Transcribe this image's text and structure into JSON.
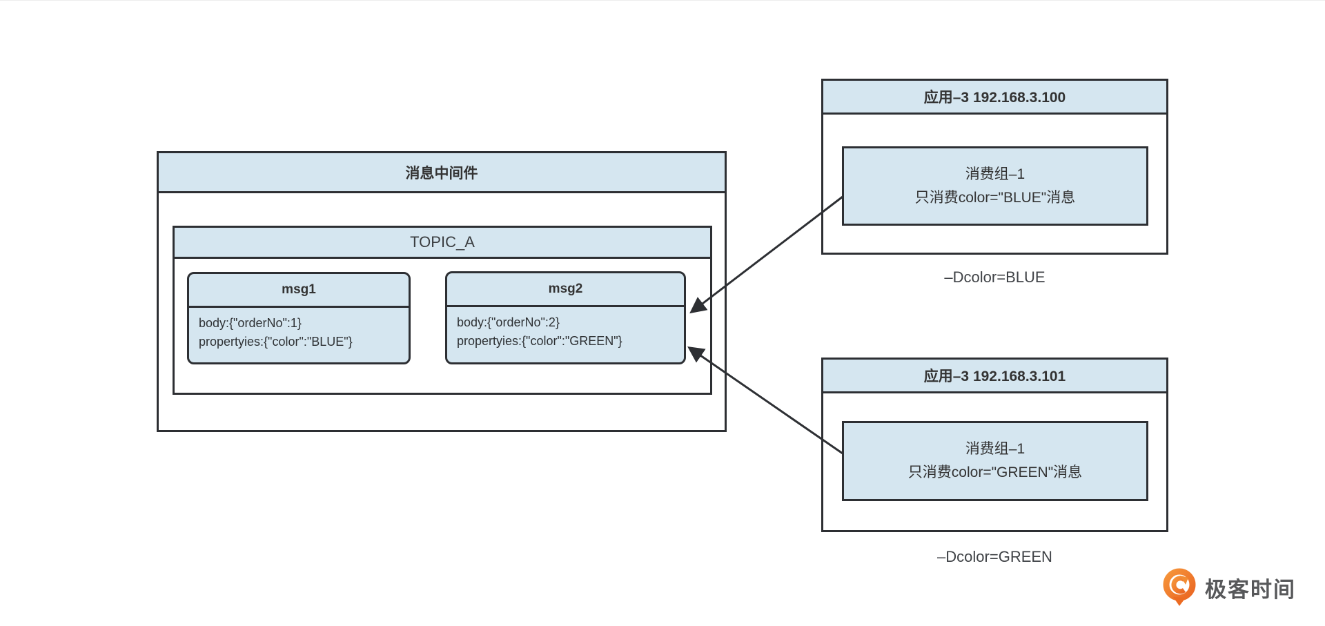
{
  "diagram": {
    "middleware": {
      "title": "消息中间件"
    },
    "topic": {
      "title": "TOPIC_A"
    },
    "messages": [
      {
        "title": "msg1",
        "body_line1": "body:{\"orderNo\":1}",
        "body_line2": "propertyies:{\"color\":\"BLUE\"}"
      },
      {
        "title": "msg2",
        "body_line1": "body:{\"orderNo\":2}",
        "body_line2": "propertyies:{\"color\":\"GREEN\"}"
      }
    ],
    "applications": [
      {
        "title": "应用–3 192.168.3.100",
        "consumer_group_line1": "消费组–1",
        "consumer_group_line2": "只消费color=\"BLUE\"消息",
        "jvm_option": "–Dcolor=BLUE"
      },
      {
        "title": "应用–3 192.168.3.101",
        "consumer_group_line1": "消费组–1",
        "consumer_group_line2": "只消费color=\"GREEN\"消息",
        "jvm_option": "–Dcolor=GREEN"
      }
    ],
    "colors": {
      "box_fill": "#d5e6f0",
      "border": "#2d2f33",
      "text": "#333333",
      "logo_orange": "#ee7320"
    }
  },
  "branding": {
    "logo_text": "极客时间",
    "logo_icon": "geektime-logo-icon"
  }
}
